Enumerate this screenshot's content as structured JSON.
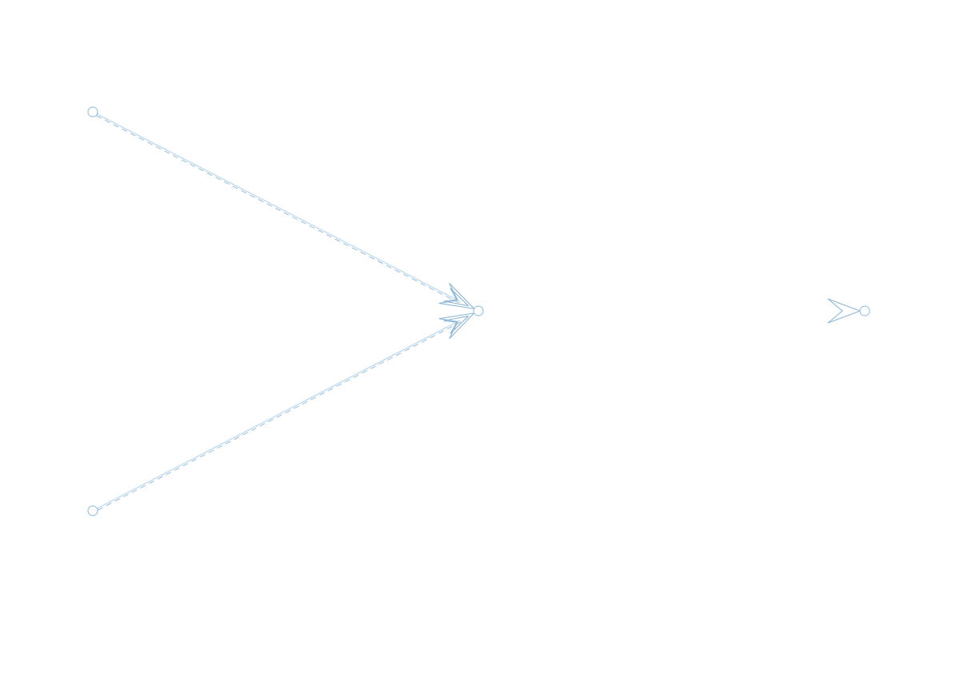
{
  "diagram": {
    "type": "directed-graph",
    "colors": {
      "edge": "#c7dff2",
      "edge_dash": "#8fb6d4",
      "node_stroke": "#9cc3df",
      "node_fill": "#ffffff",
      "background": "#ffffff"
    },
    "nodes": [
      {
        "id": "n1",
        "label": ""
      },
      {
        "id": "n2",
        "label": ""
      },
      {
        "id": "n3",
        "label": ""
      },
      {
        "id": "n4",
        "label": ""
      }
    ],
    "edges": [
      {
        "from": "n1",
        "to": "n3"
      },
      {
        "from": "n2",
        "to": "n3"
      },
      {
        "from": "n4",
        "to": "n4",
        "stub": true
      }
    ]
  }
}
